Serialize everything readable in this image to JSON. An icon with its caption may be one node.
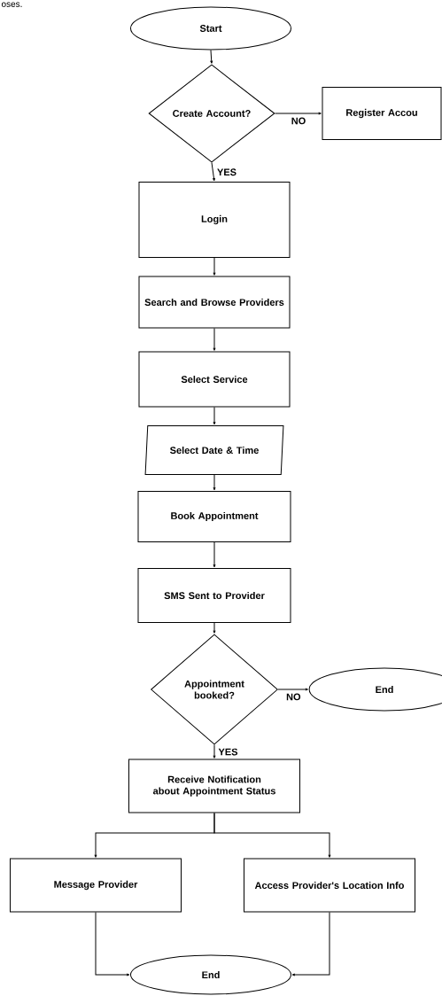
{
  "diagram": {
    "nodes": [
      {
        "text": [
          "Start"
        ]
      },
      {
        "text": [
          "Create Account?"
        ]
      },
      {
        "text": [
          "Register Accou"
        ]
      },
      {
        "text": [
          "Login"
        ]
      },
      {
        "text": [
          "Search and Browse Providers"
        ]
      },
      {
        "text": [
          "Select Service"
        ]
      },
      {
        "text": [
          "Select Date & Time"
        ]
      },
      {
        "text": [
          "Book Appointment"
        ]
      },
      {
        "text": [
          "SMS Sent to Provider"
        ]
      },
      {
        "text": [
          "Appointment booked?"
        ]
      },
      {
        "text": [
          "End"
        ]
      },
      {
        "text": [
          "Receive Notification about Appointment Status"
        ]
      },
      {
        "text": [
          "Message Provider"
        ]
      },
      {
        "text": [
          "Access Provider's Location Info"
        ]
      },
      {
        "text": [
          "End"
        ]
      }
    ],
    "edges": [
      {
        "from": 0,
        "to": 1,
        "arrow": "to"
      },
      {
        "from": 1,
        "to": 2,
        "arrow": "to",
        "label": "NO"
      },
      {
        "from": 1,
        "to": 3,
        "arrow": "to",
        "label": "YES"
      },
      {
        "from": 3,
        "to": 4,
        "arrow": "to"
      },
      {
        "from": 4,
        "to": 5,
        "arrow": "to"
      },
      {
        "from": 5,
        "to": 6,
        "arrow": "to"
      },
      {
        "from": 6,
        "to": 7,
        "arrow": "to"
      },
      {
        "from": 7,
        "to": 8,
        "arrow": "to"
      },
      {
        "from": 8,
        "to": 9,
        "arrow": "to"
      },
      {
        "from": 9,
        "to": 10,
        "arrow": "to",
        "label": "NO"
      },
      {
        "from": 9,
        "to": 11,
        "arrow": "to",
        "label": "YES"
      },
      {
        "from": 11,
        "to": 12,
        "arrow": "to"
      },
      {
        "from": 11,
        "to": 13,
        "arrow": "to"
      },
      {
        "from": 12,
        "to": 14,
        "arrow": "to"
      },
      {
        "from": 13,
        "to": 14,
        "arrow": "to"
      }
    ],
    "labels": [
      "oses."
    ]
  }
}
